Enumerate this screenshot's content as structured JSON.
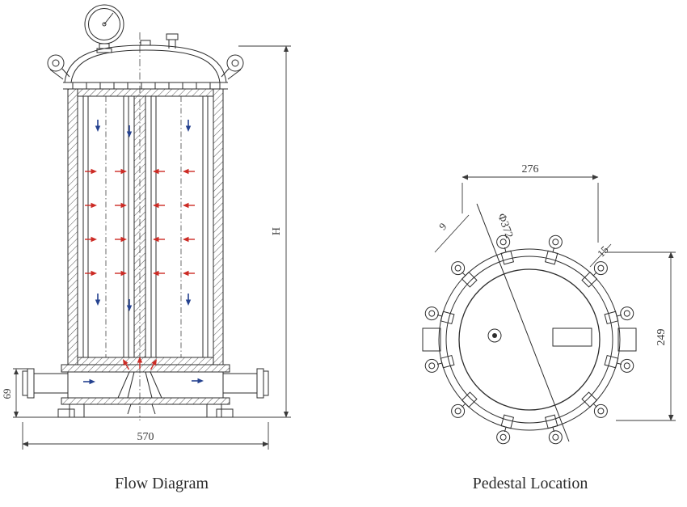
{
  "captions": {
    "left": "Flow Diagram",
    "right": "Pedestal Location"
  },
  "flow_diagram": {
    "dim_overall_height": "H",
    "dim_base_width": "570",
    "dim_nozzle_height": "69"
  },
  "pedestal_location": {
    "dim_bolt_span": "276",
    "dim_flange_diameter": "Φ372",
    "dim_offset_left": "9",
    "dim_offset_right": "15",
    "dim_side_span": "249"
  },
  "colors": {
    "line": "#2d2d2d",
    "dim": "#3a3a3a",
    "unfiltered_flow_red": "#cc2b25",
    "filtered_flow_blue": "#24418f"
  }
}
